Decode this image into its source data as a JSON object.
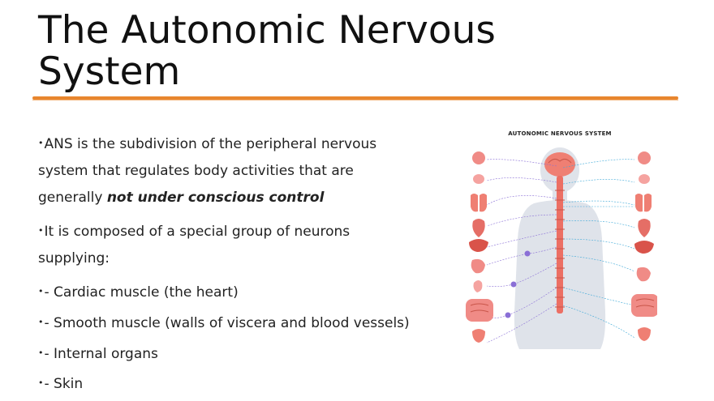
{
  "slide": {
    "title": "The Autonomic Nervous System",
    "accent_color": "#e8862e"
  },
  "bullets": [
    {
      "text": "ANS is the subdivision of the peripheral nervous system that regulates body activities that are generally ",
      "emphasis": "not under conscious control"
    },
    {
      "text": "It is composed of a special group of neurons supplying:"
    },
    {
      "text": "- Cardiac muscle (the heart)"
    },
    {
      "text": "- Smooth muscle (walls of viscera and blood vessels)"
    },
    {
      "text": "- Internal organs"
    },
    {
      "text": "- Skin"
    }
  ],
  "figure": {
    "title": "AUTONOMIC NERVOUS SYSTEM"
  }
}
